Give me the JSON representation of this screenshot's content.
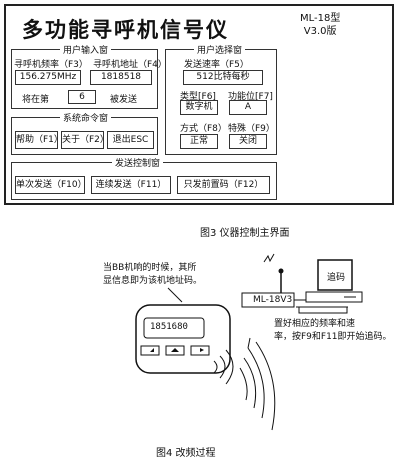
{
  "window": {
    "title": "多功能寻呼机信号仪",
    "model_line1": "ML-18型",
    "model_line2": "V3.0版"
  },
  "user_input": {
    "legend": "用户输入窗",
    "freq_label": "寻呼机频率（F3）",
    "freq_value": "156.275MHz",
    "addr_label": "寻呼机地址（F4）",
    "addr_value": "1818518",
    "sending_prefix": "将在第",
    "sending_value": "6",
    "sending_suffix": "被发送"
  },
  "system_commands": {
    "legend": "系统命令窗",
    "help": "帮助（F1）",
    "about": "关于（F2）",
    "exit": "退出ESC"
  },
  "user_select": {
    "legend": "用户选择窗",
    "rate_label": "发送速率（F5）",
    "rate_value": "512比特每秒",
    "type_label": "类型[F6]",
    "func_label": "功能位[F7]",
    "type_value": "数字机",
    "func_value": "A",
    "mode_label": "方式（F8）",
    "special_label": "特殊（F9）",
    "mode_value": "正常",
    "special_value": "关闭"
  },
  "send_control": {
    "legend": "发送控制窗",
    "single": "单次发送（F10）",
    "continuous": "连续发送（F11）",
    "preamble": "只发前置码（F12）"
  },
  "fig3_caption": "图3 仪器控制主界面",
  "fig4": {
    "note1_line1": "当BB机响的时候，其所",
    "note1_line2": "显信息即为该机地址码。",
    "device_label": "ML-18V3",
    "computer_label": "追码",
    "pager_display": "1851680",
    "note2_line1": "置好相应的频率和速",
    "note2_line2": "率，按F9和F11即开始追码。",
    "caption": "图4 改频过程"
  }
}
